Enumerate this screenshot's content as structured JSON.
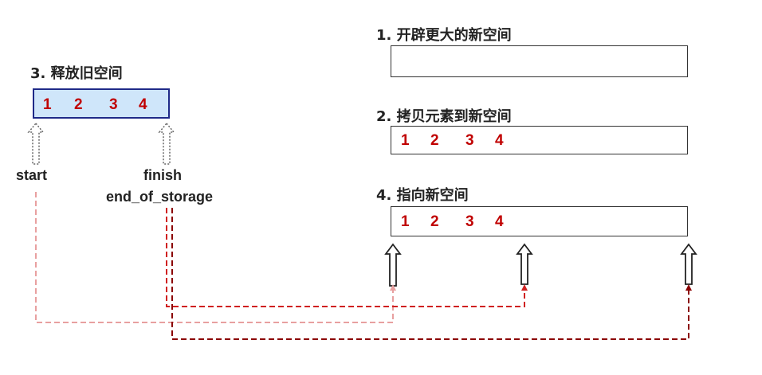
{
  "step1": {
    "title": "1. 开辟更大的新空间"
  },
  "step2": {
    "title": "2. 拷贝元素到新空间",
    "values": [
      "1",
      "2",
      "3",
      "4"
    ]
  },
  "step3": {
    "title": "3. 释放旧空间",
    "values": [
      "1",
      "2",
      "3",
      "4"
    ]
  },
  "step4": {
    "title": "4. 指向新空间",
    "values": [
      "1",
      "2",
      "3",
      "4"
    ]
  },
  "pointers": {
    "start": "start",
    "finish": "finish",
    "end_of_storage": "end_of_storage"
  },
  "colors": {
    "element_text": "#c00000",
    "old_fill": "#cfe6fa",
    "old_border": "#1f2a88",
    "start_line": "#e8a0a0",
    "finish_line": "#d02020",
    "eos_line": "#8b0000"
  }
}
